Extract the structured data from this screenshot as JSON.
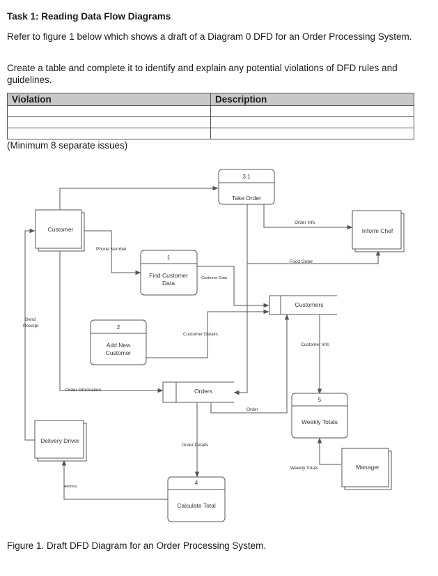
{
  "task": {
    "title": "Task 1: Reading Data Flow Diagrams",
    "para1": "Refer to figure 1 below which shows a draft of a Diagram 0 DFD for an Order Processing System.",
    "para2": "Create a table and complete it to identify and explain any potential violations of DFD rules and guidelines."
  },
  "table": {
    "headers": [
      "Violation",
      "Description"
    ],
    "rows": [
      [
        "",
        ""
      ],
      [
        "",
        ""
      ],
      [
        "",
        ""
      ]
    ]
  },
  "note": "(Minimum 8 separate issues)",
  "diagram": {
    "processes": {
      "take_order": {
        "id": "3.1",
        "name": "Take Order"
      },
      "find_customer": {
        "id": "1",
        "name_line1": "Find Customer",
        "name_line2": "Data"
      },
      "add_customer": {
        "id": "2",
        "name_line1": "Add New",
        "name_line2": "Customer"
      },
      "weekly_totals": {
        "id": "5",
        "name": "Weekly Totals"
      },
      "calculate_total": {
        "id": "4",
        "name": "Calculate Total"
      }
    },
    "entities": {
      "customer": "Customer",
      "inform_chef": "Inform Chef",
      "delivery_driver": "Delivery Driver",
      "manager": "Manager"
    },
    "stores": {
      "customers": "Customers",
      "orders": "Orders"
    },
    "flows": {
      "order_info": "Order Info",
      "food_order": "Food Order",
      "phone_number": "Phone Number",
      "customer_data": "Customer Data",
      "customer_details": "Customer Details",
      "send": "Send",
      "receipt": "Receipt",
      "customer_info": "Customer Info",
      "order_information": "Order Information",
      "order": "Order",
      "order_details": "Order Details",
      "weekly_totals": "Weekly Totals",
      "address": "Address"
    }
  },
  "caption": "Figure 1. Draft DFD Diagram for an Order Processing System."
}
